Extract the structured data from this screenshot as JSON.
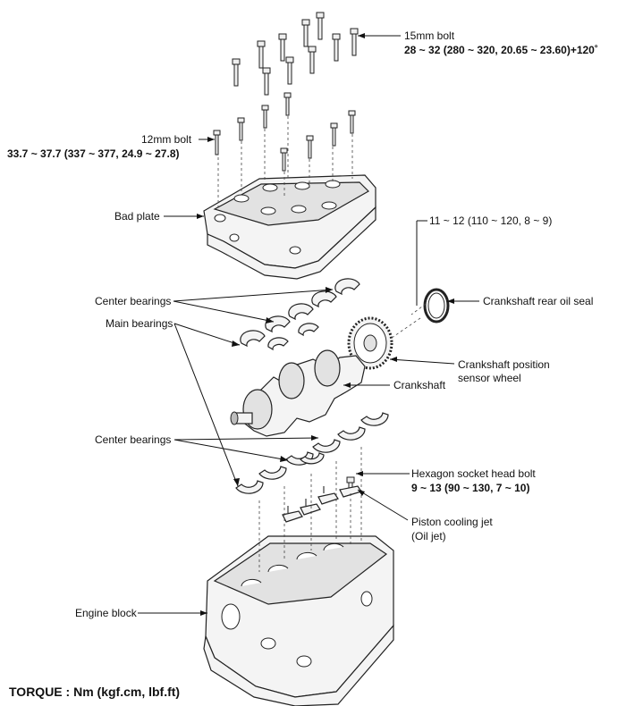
{
  "labels": {
    "bolt_15mm": "15mm bolt",
    "bolt_15mm_torque": "28 ~ 32 (280 ~ 320, 20.65 ~ 23.60)+120˚",
    "bolt_12mm": "12mm bolt",
    "bolt_12mm_torque": "33.7 ~ 37.7 (337 ~ 377, 24.9 ~ 27.8)",
    "bed_plate": "Bad plate",
    "rear_seal_torque": "11 ~ 12 (110 ~ 120, 8 ~ 9)",
    "center_bearings_top": "Center bearings",
    "rear_oil_seal": "Crankshaft rear oil seal",
    "main_bearings": "Main bearings",
    "sensor_wheel_line1": "Crankshaft position",
    "sensor_wheel_line2": "sensor wheel",
    "crankshaft": "Crankshaft",
    "center_bearings_bottom": "Center bearings",
    "hex_bolt": "Hexagon socket head bolt",
    "hex_bolt_torque": "9 ~ 13 (90 ~ 130, 7 ~ 10)",
    "piston_jet_line1": "Piston cooling jet",
    "piston_jet_line2": "(Oil jet)",
    "engine_block": "Engine block"
  },
  "footer": {
    "torque_units": "TORQUE : Nm (kgf.cm, lbf.ft)"
  }
}
